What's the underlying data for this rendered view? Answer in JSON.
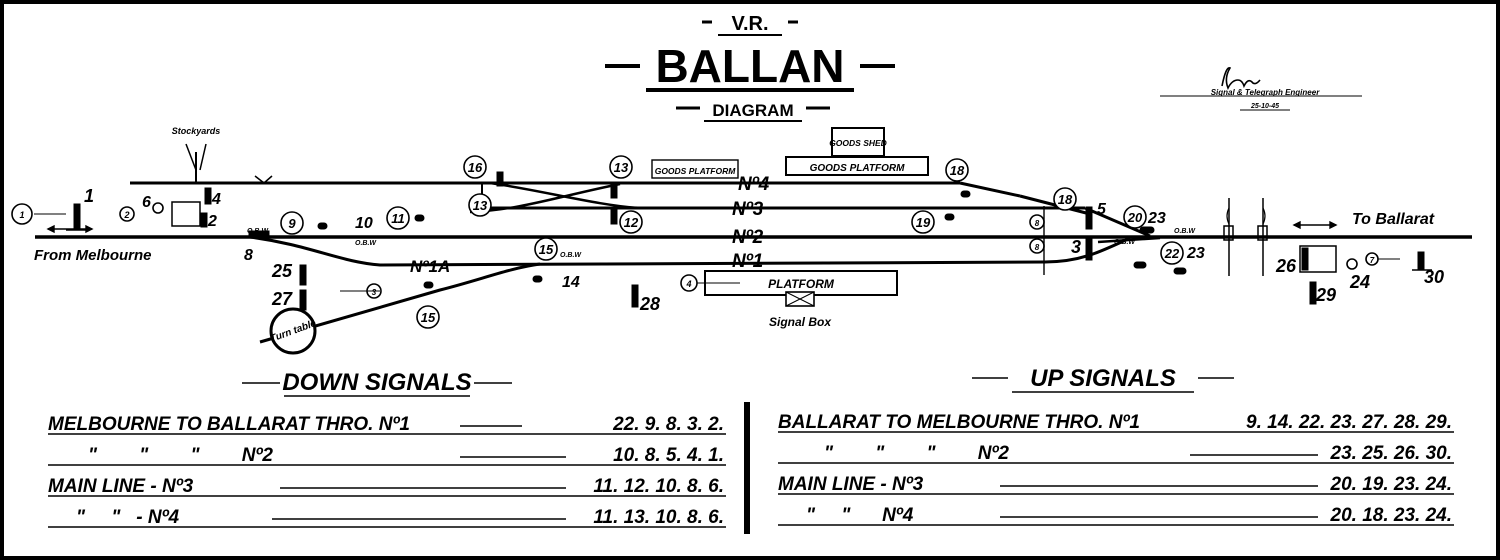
{
  "header": {
    "railway": "V.R.",
    "station": "BALLAN",
    "subtitle": "DIAGRAM",
    "engineer_title": "Signal & Telegraph Engineer",
    "engineer_date": "25-10-45"
  },
  "labels": {
    "stockyards": "Stockyards",
    "from_melbourne": "From Melbourne",
    "to_ballarat": "To Ballarat",
    "goods_platform_left": "GOODS PLATFORM",
    "goods_shed": "GOODS SHED",
    "goods_platform_right": "GOODS PLATFORM",
    "platform": "PLATFORM",
    "signal_box": "Signal Box",
    "turntable": "Turn table",
    "road_4": "Nº4",
    "road_3": "Nº3",
    "road_2": "Nº2",
    "road_1": "Nº1",
    "road_1a": "Nº1A",
    "obw": "O.B.W"
  },
  "signals": {
    "s1": "1",
    "s2": "2",
    "s4": "4",
    "s5": "5",
    "s6": "6",
    "s8": "8",
    "s9": "9",
    "s10": "10",
    "s11": "11",
    "s12": "12",
    "s13": "13",
    "s13b": "13",
    "s14": "14",
    "s15": "15",
    "s15b": "15",
    "s16": "16",
    "s18": "18",
    "s18b": "18",
    "s19": "19",
    "s20": "20",
    "s22": "22",
    "s23": "23",
    "s23b": "23",
    "s24": "24",
    "s25": "25",
    "s26": "26",
    "s27": "27",
    "s28": "28",
    "s29": "29",
    "s30": "30",
    "s3": "3",
    "c1": "1",
    "c2": "2",
    "c3": "3",
    "c4": "4",
    "c7": "7",
    "c8a": "8",
    "c8b": "8"
  },
  "down_signals": {
    "heading": "DOWN SIGNALS",
    "rows": [
      {
        "route": "MELBOURNE TO BALLARAT THRO. Nº1",
        "values": "22. 9. 8. 3. 2."
      },
      {
        "route": "\"        \"        \"        Nº2",
        "values": "10. 8. 5. 4. 1."
      },
      {
        "route": "MAIN LINE - Nº3",
        "values": "11. 12. 10. 8. 6."
      },
      {
        "route": "\"     \"   - Nº4",
        "values": "11. 13. 10. 8. 6."
      }
    ]
  },
  "up_signals": {
    "heading": "UP SIGNALS",
    "rows": [
      {
        "route": "BALLARAT TO MELBOURNE THRO. Nº1",
        "values": "9. 14. 22. 23. 27. 28. 29."
      },
      {
        "route": "\"        \"        \"        Nº2",
        "values": "23. 25. 26. 30."
      },
      {
        "route": "MAIN LINE - Nº3",
        "values": "20. 19. 23. 24."
      },
      {
        "route": "\"     \"      Nº4",
        "values": "20. 18. 23. 24."
      }
    ]
  }
}
